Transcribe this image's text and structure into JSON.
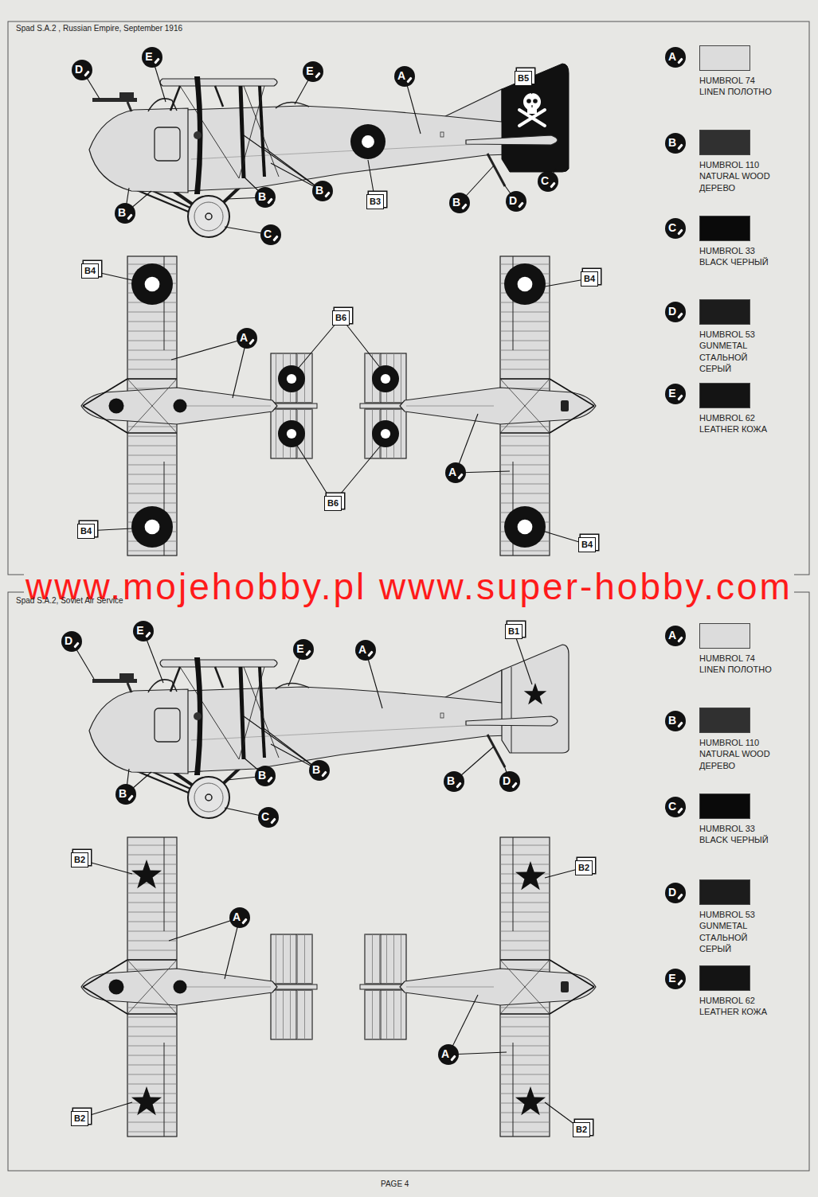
{
  "diagram": {
    "nodes": [
      {
        "text": [
          "D"
        ]
      },
      {
        "text": [
          "E"
        ]
      },
      {
        "text": [
          "E"
        ]
      },
      {
        "text": [
          "A"
        ]
      },
      {
        "text": [
          "B5"
        ]
      },
      {
        "text": [
          "B3"
        ]
      },
      {
        "text": [
          "B"
        ]
      },
      {
        "text": [
          "B"
        ]
      },
      {
        "text": [
          "B"
        ]
      },
      {
        "text": [
          "C"
        ]
      },
      {
        "text": [
          "B"
        ]
      },
      {
        "text": [
          "D"
        ]
      },
      {
        "text": [
          "C"
        ]
      },
      {
        "text": [
          "B4"
        ]
      },
      {
        "text": [
          "B6"
        ]
      },
      {
        "text": [
          "A"
        ]
      },
      {
        "text": [
          "A"
        ]
      },
      {
        "text": [
          "B4"
        ]
      },
      {
        "text": [
          "B6"
        ]
      },
      {
        "text": [
          "B4"
        ]
      },
      {
        "text": [
          "B4"
        ]
      },
      {
        "text": [
          "A"
        ]
      },
      {
        "text": [
          "B"
        ]
      },
      {
        "text": [
          "C"
        ]
      },
      {
        "text": [
          "D"
        ]
      },
      {
        "text": [
          "E"
        ]
      },
      {
        "text": [
          "D"
        ]
      },
      {
        "text": [
          "E"
        ]
      },
      {
        "text": [
          "E"
        ]
      },
      {
        "text": [
          "A"
        ]
      },
      {
        "text": [
          "B1"
        ]
      },
      {
        "text": [
          "B"
        ]
      },
      {
        "text": [
          "B"
        ]
      },
      {
        "text": [
          "B"
        ]
      },
      {
        "text": [
          "C"
        ]
      },
      {
        "text": [
          "B"
        ]
      },
      {
        "text": [
          "D"
        ]
      },
      {
        "text": [
          "B2"
        ]
      },
      {
        "text": [
          "A"
        ]
      },
      {
        "text": [
          "B2"
        ]
      },
      {
        "text": [
          "A"
        ]
      },
      {
        "text": [
          "B2"
        ]
      },
      {
        "text": [
          "B2"
        ]
      },
      {
        "text": [
          "A"
        ]
      },
      {
        "text": [
          "B"
        ]
      },
      {
        "text": [
          "C"
        ]
      },
      {
        "text": [
          "D"
        ]
      },
      {
        "text": [
          "E"
        ]
      }
    ],
    "labels": [
      "Spad S.A.2 , Russian Empire, September 1916",
      "www.mojehobby.pl www.super-hobby.com",
      "Spad S.A.2, Soviet Air Service",
      "PAGE 4"
    ],
    "legend": [
      {
        "text": "HUMBROL 74 LINEN ПОЛОТНО",
        "color": "#dcdcdc"
      },
      {
        "text": "HUMBROL 110 NATURAL WOOD ДЕРЕВО",
        "color": "#303030"
      },
      {
        "text": "HUMBROL 33 BLACK ЧЕРНЫЙ",
        "color": "#0a0a0a"
      },
      {
        "text": "HUMBROL 53 GUNMETAL СТАЛЬНОЙ СЕРЫЙ",
        "color": "#1c1c1c"
      },
      {
        "text": "HUMBROL 62 LEATHER КОЖА",
        "color": "#141414"
      },
      {
        "text": "HUMBROL 74 LINEN ПОЛОТНО",
        "color": "#dcdcdc"
      },
      {
        "text": "HUMBROL 110 NATURAL WOOD ДЕРЕВО",
        "color": "#303030"
      },
      {
        "text": "HUMBROL 33 BLACK ЧЕРНЫЙ",
        "color": "#0a0a0a"
      },
      {
        "text": "HUMBROL 53 GUNMETAL СТАЛЬНОЙ СЕРЫЙ",
        "color": "#1c1c1c"
      },
      {
        "text": "HUMBROL 62 LEATHER КОЖА",
        "color": "#141414"
      }
    ]
  }
}
